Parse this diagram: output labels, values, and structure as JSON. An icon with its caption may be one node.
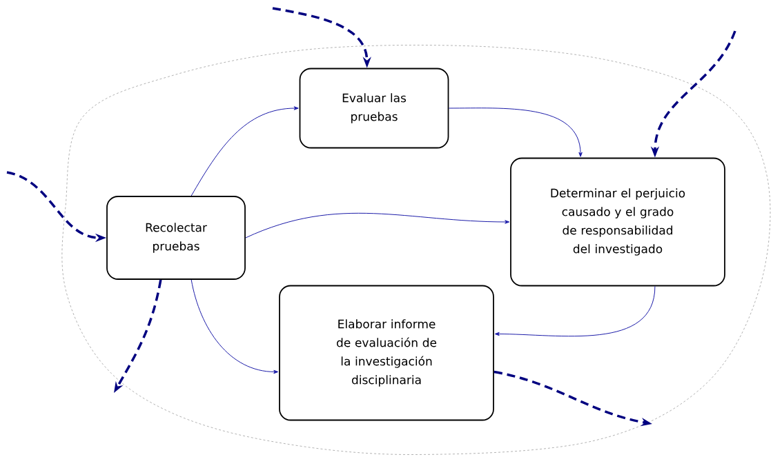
{
  "diagram": {
    "nodes": [
      {
        "text": [],
        "shape": "cloud"
      },
      {
        "text": [
          "Evaluar las pruebas"
        ],
        "in": 0
      },
      {
        "text": [
          "Recolectar pruebas"
        ],
        "in": 0
      },
      {
        "text": [
          "Determinar el perjuicio causado y el grado de responsabilidad del investigado"
        ],
        "in": 0
      },
      {
        "text": [
          "Elaborar informe de evaluación de la investigación disciplinaria"
        ],
        "in": 0
      }
    ],
    "edges": [
      {
        "from": null,
        "to": 1,
        "arrow": "to",
        "style": "dashed",
        "color": "#000080"
      },
      {
        "from": null,
        "to": 3,
        "arrow": "to",
        "style": "dashed",
        "color": "#000080"
      },
      {
        "from": null,
        "to": 2,
        "arrow": "to",
        "style": "dashed",
        "color": "#000080"
      },
      {
        "from": 2,
        "to": null,
        "arrow": "to",
        "style": "dashed",
        "color": "#000080"
      },
      {
        "from": 4,
        "to": null,
        "arrow": "to",
        "style": "dashed",
        "color": "#000080"
      },
      {
        "from": 2,
        "to": 1,
        "arrow": "to"
      },
      {
        "from": 1,
        "to": 3,
        "arrow": "to"
      },
      {
        "from": 2,
        "to": 3,
        "arrow": "to"
      },
      {
        "from": 2,
        "to": 4,
        "arrow": "to"
      },
      {
        "from": 3,
        "to": 4,
        "arrow": "to"
      }
    ]
  }
}
